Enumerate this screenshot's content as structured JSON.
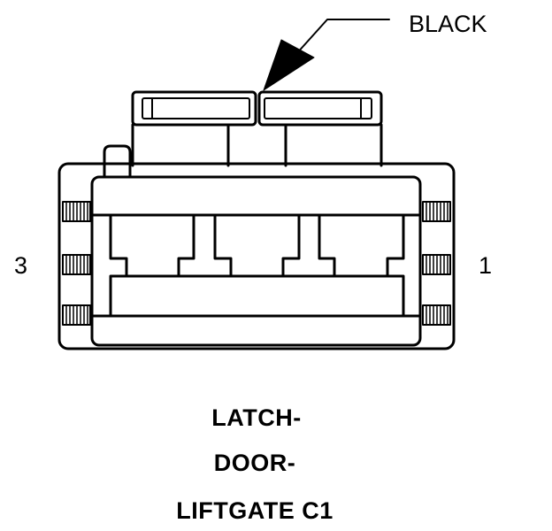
{
  "connector": {
    "color_label": "BLACK",
    "pin_left": "3",
    "pin_right": "1",
    "title_lines": [
      "LATCH-",
      "DOOR-",
      "LIFTGATE C1"
    ],
    "stroke_color": "#000000",
    "background_color": "#ffffff"
  }
}
